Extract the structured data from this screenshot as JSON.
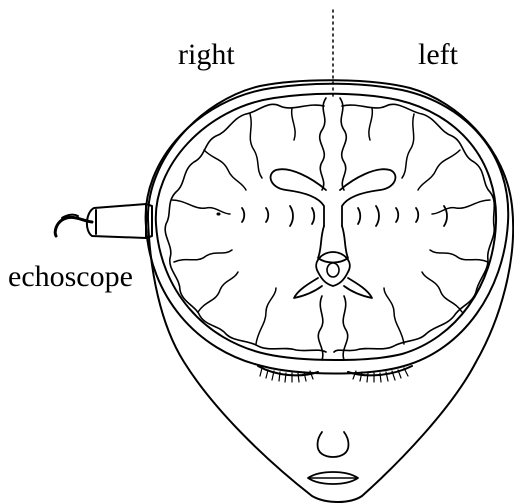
{
  "labels": {
    "right": "right",
    "left": "left",
    "probe": "echoscope"
  },
  "colors": {
    "ink": "#000000",
    "background": "#ffffff"
  }
}
